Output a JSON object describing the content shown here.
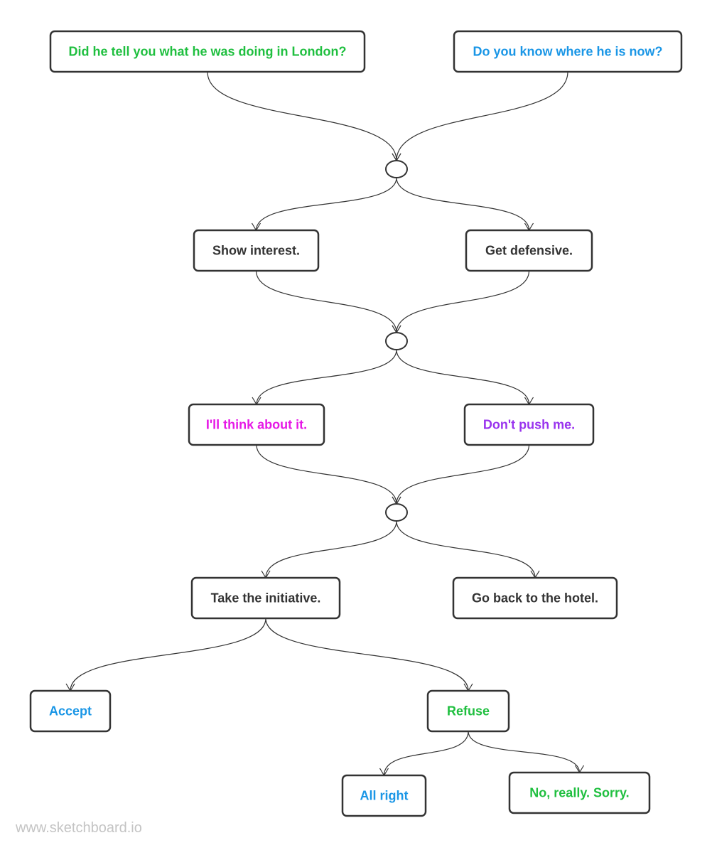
{
  "colors": {
    "green": "#1fbf3f",
    "blue": "#1a96e6",
    "dark": "#333333",
    "magenta": "#e619e6",
    "purple": "#9933ee"
  },
  "nodes": [
    {
      "id": "q-london",
      "label": "Did he tell you what he was doing in London?",
      "color": "green"
    },
    {
      "id": "q-where",
      "label": "Do you know where he is now?",
      "color": "blue"
    },
    {
      "id": "show-interest",
      "label": "Show interest.",
      "color": "dark"
    },
    {
      "id": "get-defensive",
      "label": "Get defensive.",
      "color": "dark"
    },
    {
      "id": "think-about-it",
      "label": "I'll think about it.",
      "color": "magenta"
    },
    {
      "id": "dont-push",
      "label": "Don't push me.",
      "color": "purple"
    },
    {
      "id": "take-initiative",
      "label": "Take the initiative.",
      "color": "dark"
    },
    {
      "id": "go-back-hotel",
      "label": "Go back to the hotel.",
      "color": "dark"
    },
    {
      "id": "accept",
      "label": "Accept",
      "color": "blue"
    },
    {
      "id": "refuse",
      "label": "Refuse",
      "color": "green"
    },
    {
      "id": "all-right",
      "label": "All right",
      "color": "blue"
    },
    {
      "id": "no-really-sorry",
      "label": "No, really. Sorry.",
      "color": "green"
    }
  ],
  "junctions": [
    "junction-1",
    "junction-2",
    "junction-3"
  ],
  "edges": [
    [
      "q-london",
      "junction-1"
    ],
    [
      "q-where",
      "junction-1"
    ],
    [
      "junction-1",
      "show-interest"
    ],
    [
      "junction-1",
      "get-defensive"
    ],
    [
      "show-interest",
      "junction-2"
    ],
    [
      "get-defensive",
      "junction-2"
    ],
    [
      "junction-2",
      "think-about-it"
    ],
    [
      "junction-2",
      "dont-push"
    ],
    [
      "think-about-it",
      "junction-3"
    ],
    [
      "dont-push",
      "junction-3"
    ],
    [
      "junction-3",
      "take-initiative"
    ],
    [
      "junction-3",
      "go-back-hotel"
    ],
    [
      "take-initiative",
      "accept"
    ],
    [
      "take-initiative",
      "refuse"
    ],
    [
      "refuse",
      "all-right"
    ],
    [
      "refuse",
      "no-really-sorry"
    ]
  ],
  "watermark": "www.sketchboard.io"
}
